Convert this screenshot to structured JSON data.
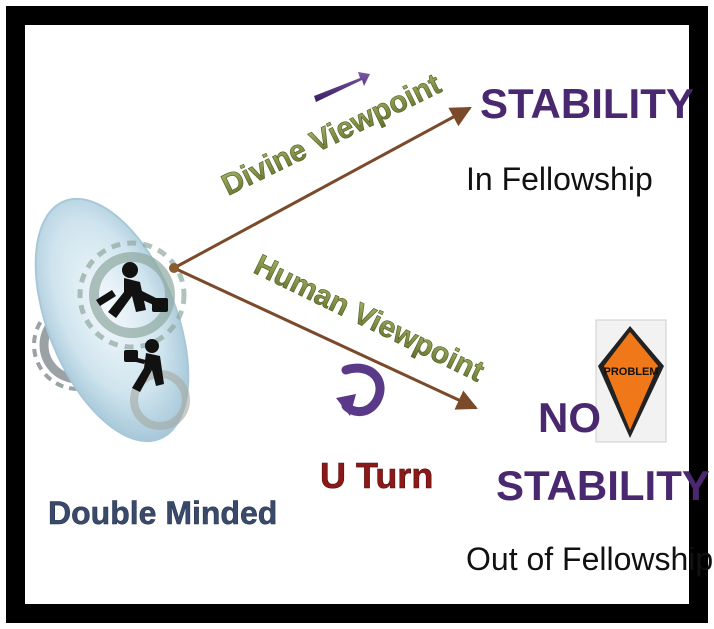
{
  "left_label": "Double Minded",
  "upper_path": {
    "label": "Divine Viewpoint",
    "outcome_title": "STABILITY",
    "outcome_subtitle": "In Fellowship"
  },
  "lower_path": {
    "label": "Human Viewpoint",
    "outcome_title_line1": "NO",
    "outcome_title_line2": "STABILITY",
    "outcome_subtitle": "Out of Fellowship",
    "sign_text": "PROBLEM"
  },
  "u_turn_label": "U Turn",
  "colors": {
    "title_purple": "#4a2870",
    "viewpoint_green": "#7a8a3c",
    "uturn_red": "#8a1a1a",
    "arrow_brown": "#7a4a2a",
    "double_minded_blue": "#3a4a6a",
    "sign_orange": "#f07818"
  }
}
